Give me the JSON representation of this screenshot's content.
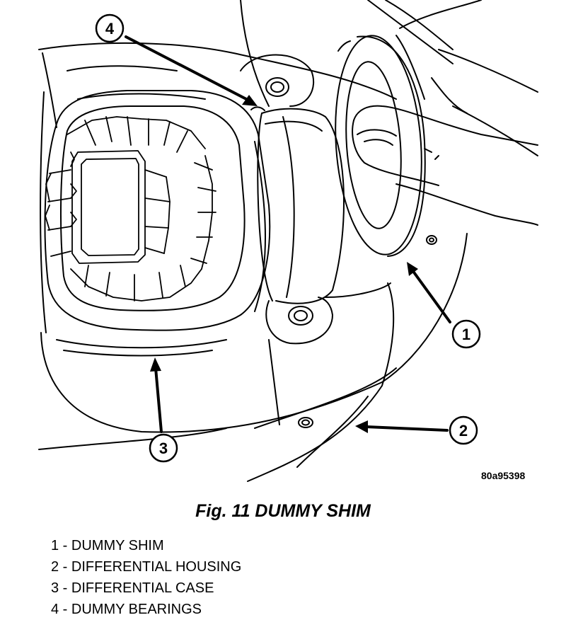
{
  "figure": {
    "id": "80a95398",
    "caption": "Fig. 11 DUMMY SHIM"
  },
  "callouts": [
    {
      "number": "1"
    },
    {
      "number": "2"
    },
    {
      "number": "3"
    },
    {
      "number": "4"
    }
  ],
  "legend": [
    {
      "text": "1 - DUMMY SHIM"
    },
    {
      "text": "2 - DIFFERENTIAL HOUSING"
    },
    {
      "text": "3 - DIFFERENTIAL CASE"
    },
    {
      "text": "4 - DUMMY BEARINGS"
    }
  ],
  "colors": {
    "ink": "#000000",
    "paper": "#ffffff"
  }
}
